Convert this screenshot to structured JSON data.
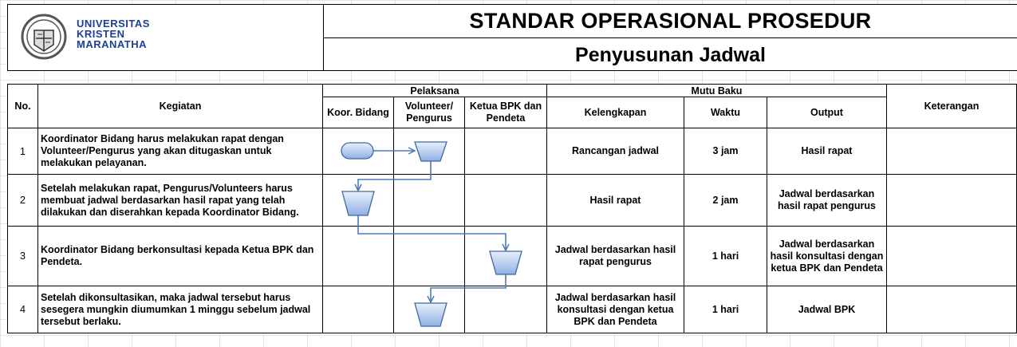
{
  "header": {
    "logo_text": [
      "UNIVERSITAS",
      "KRISTEN",
      "MARANATHA"
    ],
    "title": "STANDAR OPERASIONAL PROSEDUR",
    "subtitle": "Penyusunan Jadwal"
  },
  "table": {
    "col_no": "No.",
    "col_kegiatan": "Kegiatan",
    "group_pelaksana": "Pelaksana",
    "group_mutu": "Mutu Baku",
    "col_keterangan": "Keterangan",
    "pelaksana": [
      "Koor. Bidang",
      "Volunteer/ Pengurus",
      "Ketua BPK dan Pendeta"
    ],
    "mutu": [
      "Kelengkapan",
      "Waktu",
      "Output"
    ],
    "rows": [
      {
        "no": "1",
        "kegiatan": "Koordinator Bidang harus melakukan rapat dengan Volunteer/Pengurus yang akan ditugaskan untuk melakukan pelayanan.",
        "kelengkapan": "Rancangan jadwal",
        "waktu": "3 jam",
        "output": "Hasil rapat",
        "keterangan": ""
      },
      {
        "no": "2",
        "kegiatan": "Setelah melakukan rapat, Pengurus/Volunteers harus membuat jadwal berdasarkan hasil rapat yang telah dilakukan dan diserahkan kepada Koordinator Bidang.",
        "kelengkapan": "Hasil rapat",
        "waktu": "2 jam",
        "output": "Jadwal berdasarkan hasil rapat pengurus",
        "keterangan": ""
      },
      {
        "no": "3",
        "kegiatan": "Koordinator Bidang berkonsultasi kepada Ketua BPK dan Pendeta.",
        "kelengkapan": "Jadwal berdasarkan hasil rapat pengurus",
        "waktu": "1 hari",
        "output": "Jadwal berdasarkan hasil konsultasi dengan ketua BPK dan Pendeta",
        "keterangan": ""
      },
      {
        "no": "4",
        "kegiatan": "Setelah dikonsultasikan, maka jadwal tersebut harus sesegera mungkin diumumkan 1 minggu sebelum jadwal tersebut berlaku.",
        "kelengkapan": "Jadwal berdasarkan hasil konsultasi dengan ketua BPK dan Pendeta",
        "waktu": "1 hari",
        "output": "Jadwal BPK",
        "keterangan": ""
      }
    ]
  },
  "colors": {
    "shape_fill_top": "#e9f0fb",
    "shape_fill_bottom": "#8fb0e3",
    "shape_stroke": "#41679e",
    "connector": "#4a7ab8",
    "logo_blue": "#1c3f95"
  },
  "icons": [
    "university-logo-icon",
    "start-terminator-shape",
    "manual-operation-shape"
  ]
}
